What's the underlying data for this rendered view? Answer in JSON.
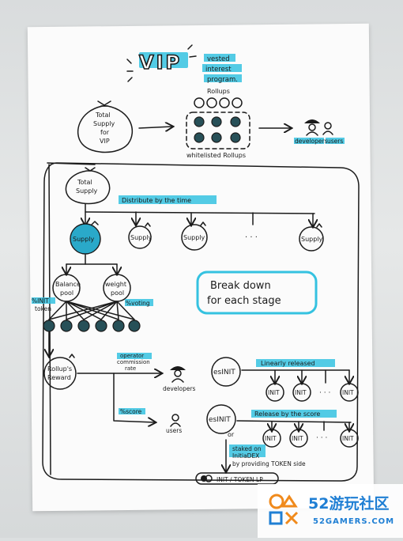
{
  "title": "VIP",
  "subtitle_lines": [
    "vested",
    "interest",
    "program."
  ],
  "top": {
    "total_supply_vip": [
      "Total",
      "Supply",
      "for",
      "VIP"
    ],
    "rollups_label": "Rollups",
    "whitelisted_label": "whitelisted Rollups",
    "developers": "developers",
    "users": "users"
  },
  "main": {
    "total_supply": [
      "Total",
      "Supply"
    ],
    "distribute_label": "Distribute by the time",
    "supply_label": "Supply",
    "ellipsis": "· · ·",
    "balance_pool": [
      "Balance",
      "pool"
    ],
    "weight_pool": [
      "weight",
      "pool"
    ],
    "init_token_note": [
      "%INIT",
      "token"
    ],
    "voting_note": "%voting",
    "breakdown": [
      "Break down",
      "for each stage"
    ],
    "rollups_reward": [
      "Rollup's",
      "Reward"
    ],
    "operator_note": [
      "operator",
      "commission",
      "rate"
    ],
    "score_note": "%score",
    "developers": "developers",
    "users": "users",
    "esinit": "esINIT",
    "linearly_label": "Linearly released",
    "release_score_label": "Release by the score",
    "init": "INIT",
    "or_label": "or",
    "staked_note": [
      "staked on",
      "InitiaDEX",
      "by providing TOKEN side"
    ],
    "lp_label": "INIT / TOKEN LP"
  },
  "watermark": {
    "brand": "52游玩社区",
    "url": "52GAMERS.COM"
  },
  "colors": {
    "accent": "#35c2e0",
    "ink": "#1b1b1b",
    "node_dark": "#275058",
    "watermark_orange": "#f08a1c",
    "watermark_blue": "#1f7fd4"
  }
}
